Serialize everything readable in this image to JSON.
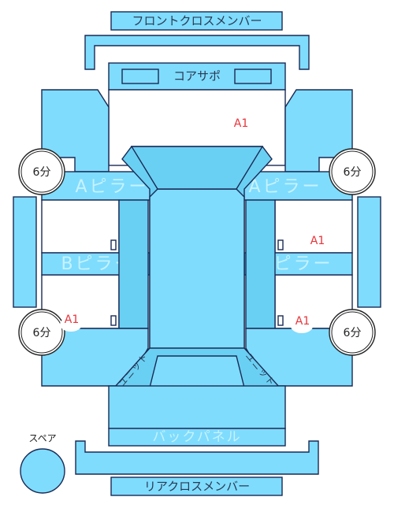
{
  "parts": {
    "front_cross_member": "フロントクロスメンバー",
    "core_support": "コアサポ",
    "a_pillar_left": "Aピラー",
    "a_pillar_right": "Aピラー",
    "b_pillar_left": "Bピラー",
    "b_pillar_right": "Bピラー",
    "unit_left": "ユニット",
    "unit_right": "ユニット",
    "back_panel": "バックパネル",
    "rear_cross_member": "リアクロスメンバー",
    "spare": "スペア"
  },
  "markers": {
    "front_top": "A1",
    "right_mid": "A1",
    "left_rear": "A1",
    "right_rear": "A1"
  },
  "circles": {
    "front_left": "6分",
    "front_right": "6分",
    "rear_left": "6分",
    "rear_right": "6分"
  },
  "colors": {
    "panel": "#7fdcfd",
    "panel_dark": "#6ad0f3",
    "outline": "#1a2a55",
    "damage_code": "#e8343a"
  }
}
